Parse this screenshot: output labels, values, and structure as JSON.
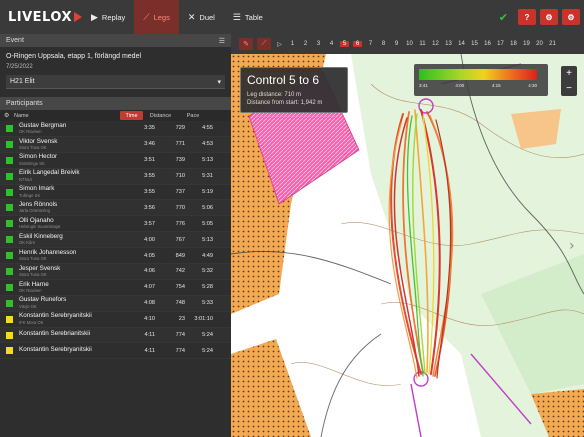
{
  "app": {
    "logo": "LIVELOX"
  },
  "nav": {
    "tabs": [
      {
        "label": "Replay",
        "icon": "play-icon"
      },
      {
        "label": "Legs",
        "icon": "legs-icon"
      },
      {
        "label": "Duel",
        "icon": "duel-icon"
      },
      {
        "label": "Table",
        "icon": "table-icon"
      }
    ],
    "active_tab": "Legs"
  },
  "event": {
    "header": "Event",
    "title": "O-Ringen Uppsala, etapp 1, förlängd medel",
    "date": "7/25/2022",
    "class": "H21 Elit"
  },
  "participants": {
    "header": "Participants",
    "columns": {
      "name": "Name",
      "time": "Time",
      "distance": "Distance",
      "pace": "Pace"
    },
    "rows": [
      {
        "name": "Gustav Bergman",
        "club": "OK Ravinen",
        "time": "3:35",
        "distance": "729",
        "pace": "4:55",
        "color": "#2fc12b"
      },
      {
        "name": "Viktor Svensk",
        "club": "Stora Tuna OK",
        "time": "3:46",
        "distance": "771",
        "pace": "4:53",
        "color": "#2fc12b"
      },
      {
        "name": "Simon Hector",
        "club": "Snättringe SK",
        "time": "3:51",
        "distance": "739",
        "pace": "5:13",
        "color": "#2fc12b"
      },
      {
        "name": "Eirik Langedal Breivik",
        "club": "NTNUI",
        "time": "3:55",
        "distance": "710",
        "pace": "5:31",
        "color": "#2fc12b"
      },
      {
        "name": "Simon Imark",
        "club": "Tullinge SK",
        "time": "3:55",
        "distance": "737",
        "pace": "5:19",
        "color": "#2fc12b"
      },
      {
        "name": "Jens Rönnols",
        "club": "Järla Orientering",
        "time": "3:56",
        "distance": "770",
        "pace": "5:06",
        "color": "#2fc12b"
      },
      {
        "name": "Olli Ojanaho",
        "club": "Helsingin Suunnistajat",
        "time": "3:57",
        "distance": "776",
        "pace": "5:05",
        "color": "#2fc12b"
      },
      {
        "name": "Eskil Kinneberg",
        "club": "OK Kåre",
        "time": "4:00",
        "distance": "767",
        "pace": "5:13",
        "color": "#2fc12b"
      },
      {
        "name": "Henrik Johannesson",
        "club": "Stora Tuna OK",
        "time": "4:05",
        "distance": "849",
        "pace": "4:49",
        "color": "#2fc12b"
      },
      {
        "name": "Jesper Svensk",
        "club": "Stora Tuna OK",
        "time": "4:06",
        "distance": "742",
        "pace": "5:32",
        "color": "#2fc12b"
      },
      {
        "name": "Erik Harne",
        "club": "OK Ravinen",
        "time": "4:07",
        "distance": "754",
        "pace": "5:28",
        "color": "#2fc12b"
      },
      {
        "name": "Gustav Runefors",
        "club": "Växjö OK",
        "time": "4:08",
        "distance": "748",
        "pace": "5:33",
        "color": "#2fc12b"
      },
      {
        "name": "Konstantin Serebryanitskii",
        "club": "IFK Mora OK",
        "time": "4:10",
        "distance": "23",
        "pace": "3:01:10",
        "color": "#f2dc26"
      },
      {
        "name": "Konstantin Serebrianitskii",
        "club": "",
        "time": "4:11",
        "distance": "774",
        "pace": "5:24",
        "color": "#f2dc26"
      },
      {
        "name": "Konstantin Serebryanitskii",
        "club": "",
        "time": "4:11",
        "distance": "774",
        "pace": "5:24",
        "color": "#f2dc26"
      }
    ]
  },
  "map": {
    "controls": [
      "1",
      "2",
      "3",
      "4",
      "5",
      "6",
      "7",
      "8",
      "9",
      "10",
      "11",
      "12",
      "13",
      "14",
      "15",
      "16",
      "17",
      "18",
      "19",
      "20",
      "21"
    ],
    "selected_controls": [
      "5",
      "6"
    ],
    "tooltip": {
      "title": "Control 5 to 6",
      "leg_distance": "Leg distance: 710 m",
      "distance_from_start": "Distance from start: 1,942 m"
    },
    "legend_ticks": [
      "3:41",
      "4:00",
      "4:15",
      "4:30"
    ],
    "legend_colors": [
      "#2fbf1d",
      "#f0d21f",
      "#d8231c"
    ]
  },
  "colors": {
    "accent": "#c8332c",
    "active_tab_bg": "#7a2f2a",
    "ok": "#36c13a"
  }
}
